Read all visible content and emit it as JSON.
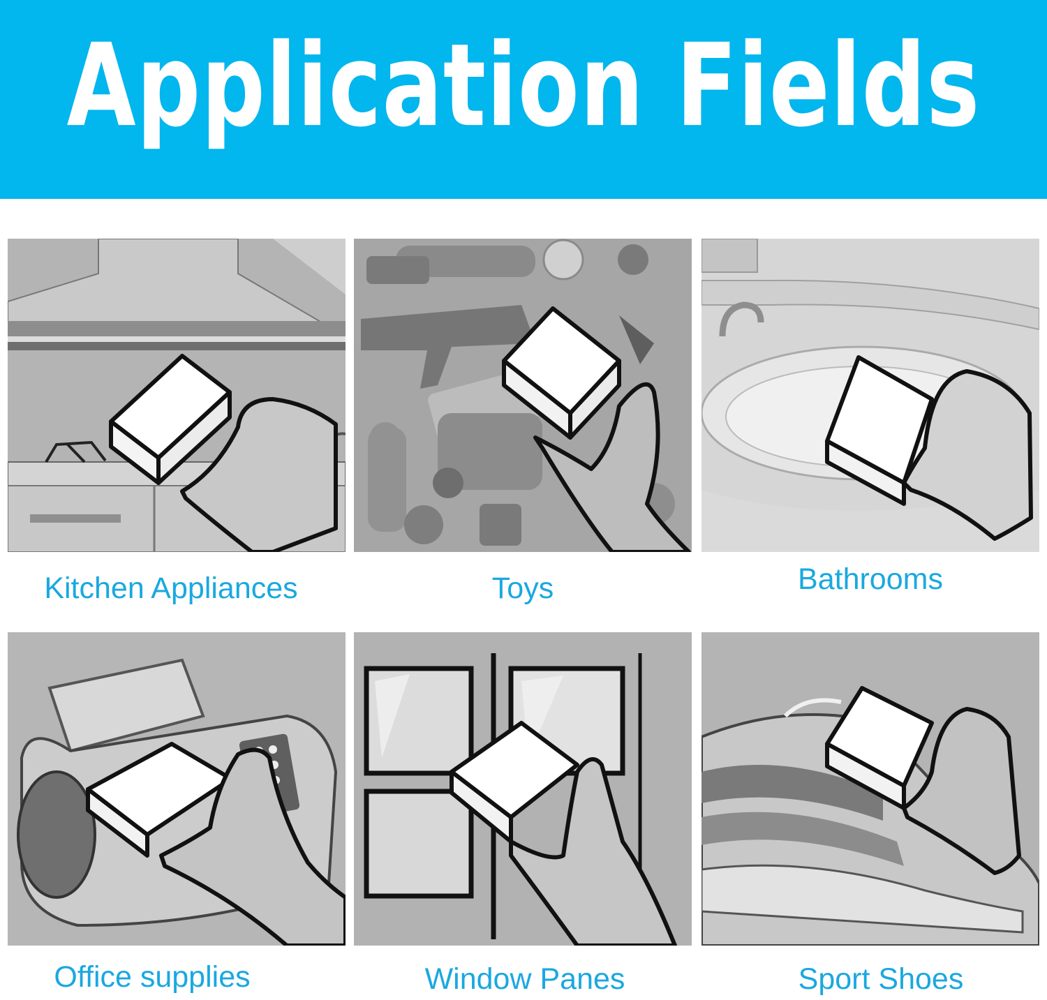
{
  "title": "Application Fields",
  "colors": {
    "banner": "#02b6ee",
    "label": "#1aa8e0",
    "panel_gray": "#a9a9a9"
  },
  "fields": [
    {
      "label": "Kitchen Appliances",
      "icon": "kitchen-hood-scene"
    },
    {
      "label": "Toys",
      "icon": "toys-scene"
    },
    {
      "label": "Bathrooms",
      "icon": "bathtub-scene"
    },
    {
      "label": "Office supplies",
      "icon": "fax-machine-scene"
    },
    {
      "label": "Window Panes",
      "icon": "window-scene"
    },
    {
      "label": "Sport Shoes",
      "icon": "sneaker-scene"
    }
  ]
}
